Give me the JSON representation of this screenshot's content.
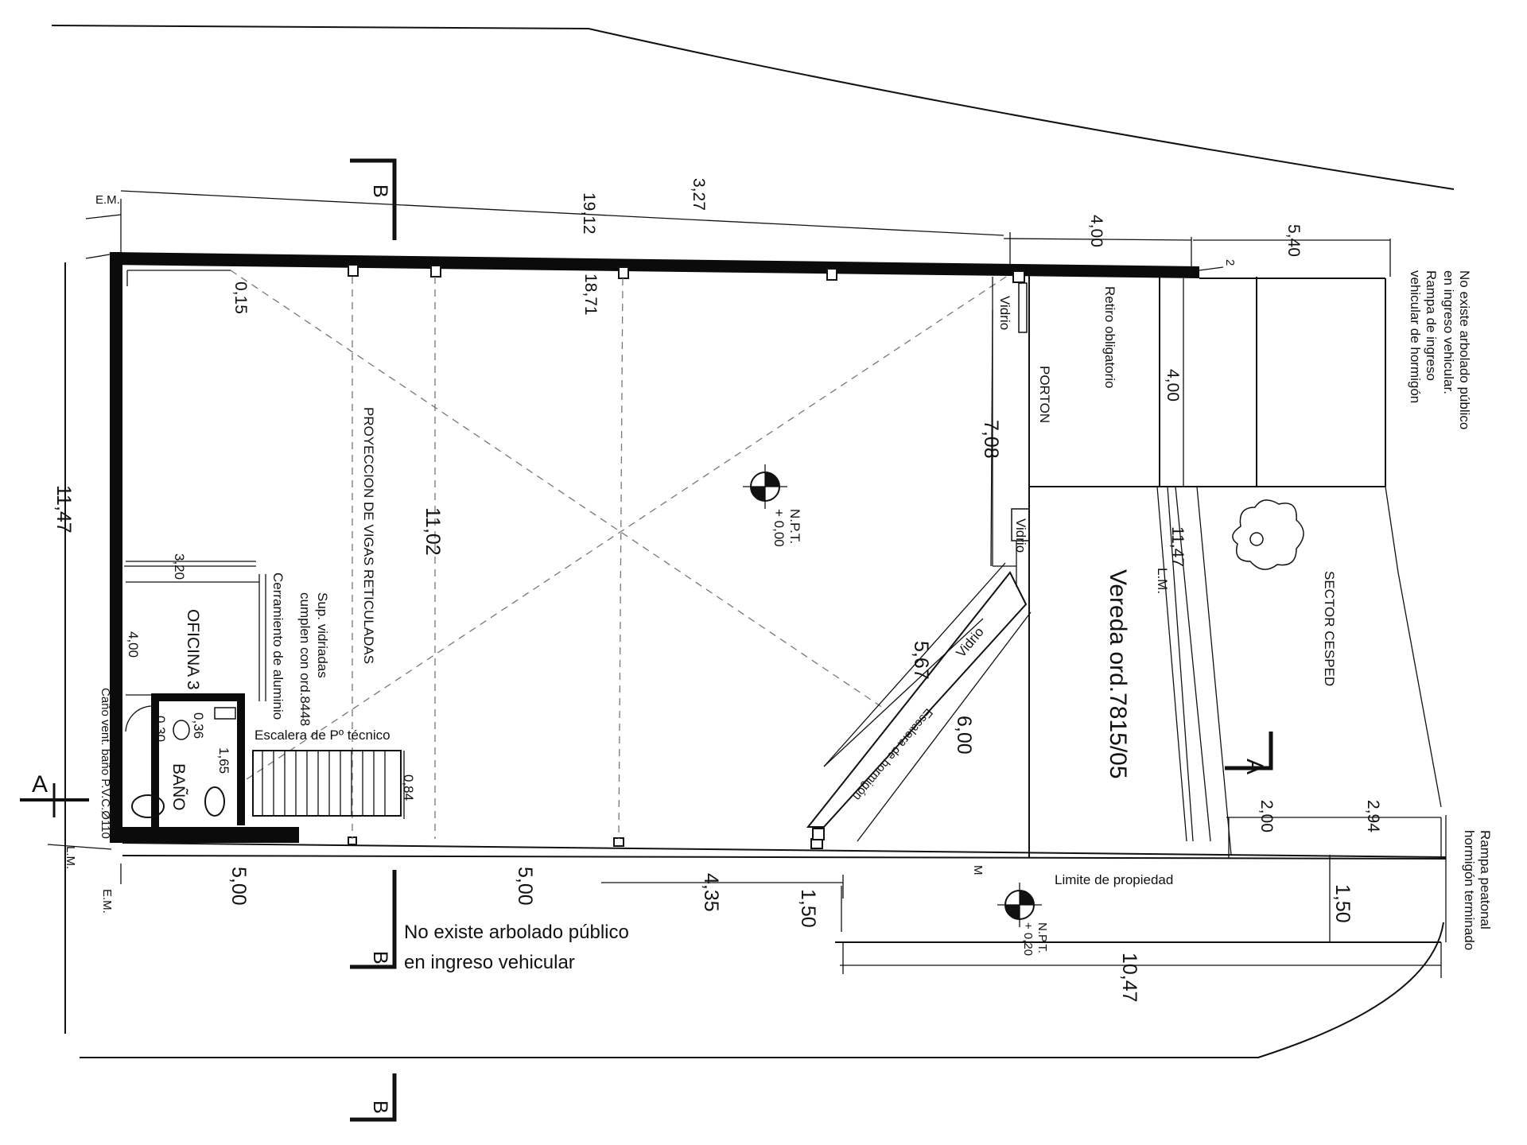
{
  "section_marks": {
    "a": "A",
    "b": "B"
  },
  "labels": {
    "em": "E.M.",
    "lm": "L.M.",
    "m": "M",
    "vidrio": "Vidrio",
    "porton": "PORTON",
    "retiro": "Retiro obligatorio",
    "proyeccion": "PROYECCION DE VIGAS RETICULADAS",
    "sup_vidriadas_1": "Sup. vidriadas",
    "sup_vidriadas_2": "cumplen con ord.8448",
    "cerramiento": "Cerramiento de aluminio",
    "oficina": "OFICINA 3",
    "bano": "BAÑO",
    "escalera_tecnico": "Escalera de Pº técnico",
    "escalera_hormigon": "Escalera de hormigón",
    "cano": "Caño vent. baño P.V.C.Ø110",
    "npt_label": "N.P.T.",
    "npt_inside": "+ 0,00",
    "npt_outside": "+ 0,20",
    "vereda": "Vereda ord.7815/05",
    "sector_cesped": "SECTOR CESPED",
    "limite": "Limite de propiedad",
    "no_arbolado_right_1": "No existe arbolado público",
    "no_arbolado_right_2": "en ingreso vehicular.",
    "rampa_ingreso_1": "Rampa de ingreso",
    "rampa_ingreso_2": "vehicular de hormigón",
    "rampa_peatonal_1": "Rampa peatonal",
    "rampa_peatonal_2": "hormigón terminado",
    "no_arbolado_bottom_1": "No existe arbolado público",
    "no_arbolado_bottom_2": "en ingreso vehicular"
  },
  "dimensions": {
    "d_3_27": "3,27",
    "d_19_12": "19,12",
    "d_4_00_top": "4,00",
    "d_5_40": "5,40",
    "d_0_15": "0,15",
    "d_18_71": "18,71",
    "d_11_47_left": "11,47",
    "d_11_02": "11,02",
    "d_7_08": "7,08",
    "d_4_00_right": "4,00",
    "d_11_47_right": "11,47",
    "d_3_20": "3,20",
    "d_4_00_office": "4,00",
    "d_0_30": "0,30",
    "d_0_36": "0,36",
    "d_1_65": "1,65",
    "d_0_84": "0,84",
    "d_5_67": "5,67",
    "d_6_00": "6,00",
    "d_2_00": "2,00",
    "d_2_94": "2,94",
    "d_5_00_left": "5,00",
    "d_5_00_mid": "5,00",
    "d_4_35": "4,35",
    "d_1_50_mid": "1,50",
    "d_1_50_right": "1,50",
    "d_10_47": "10,47",
    "d_2": "2"
  }
}
